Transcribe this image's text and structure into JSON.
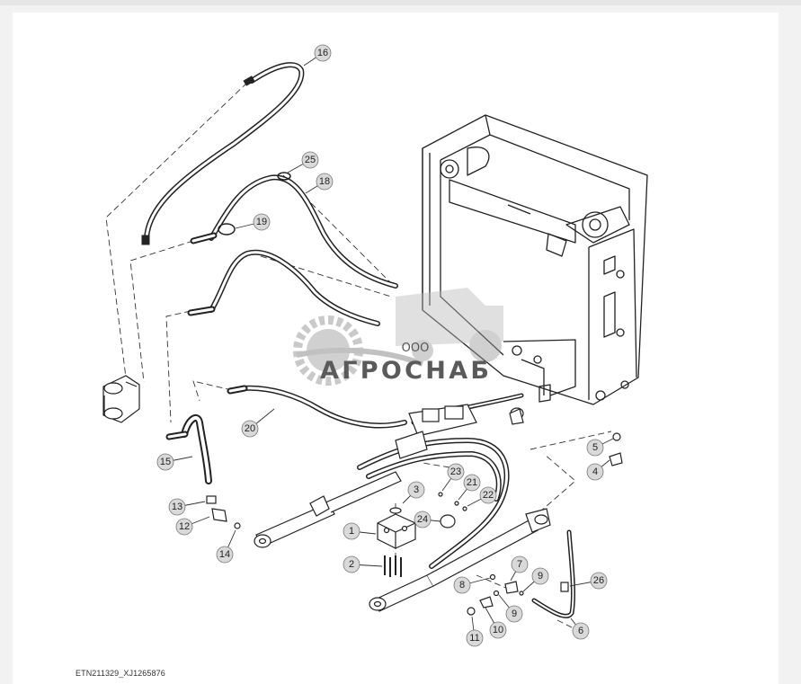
{
  "watermark": {
    "company_prefix": "ООО",
    "company_name": "АГРОСНАБ"
  },
  "figure_code": "ETN211329_XJ1265876",
  "callouts": [
    "1",
    "2",
    "3",
    "4",
    "5",
    "6",
    "7",
    "8",
    "9",
    "9",
    "10",
    "11",
    "12",
    "13",
    "14",
    "15",
    "16",
    "18",
    "19",
    "20",
    "21",
    "22",
    "23",
    "24",
    "25",
    "26"
  ]
}
